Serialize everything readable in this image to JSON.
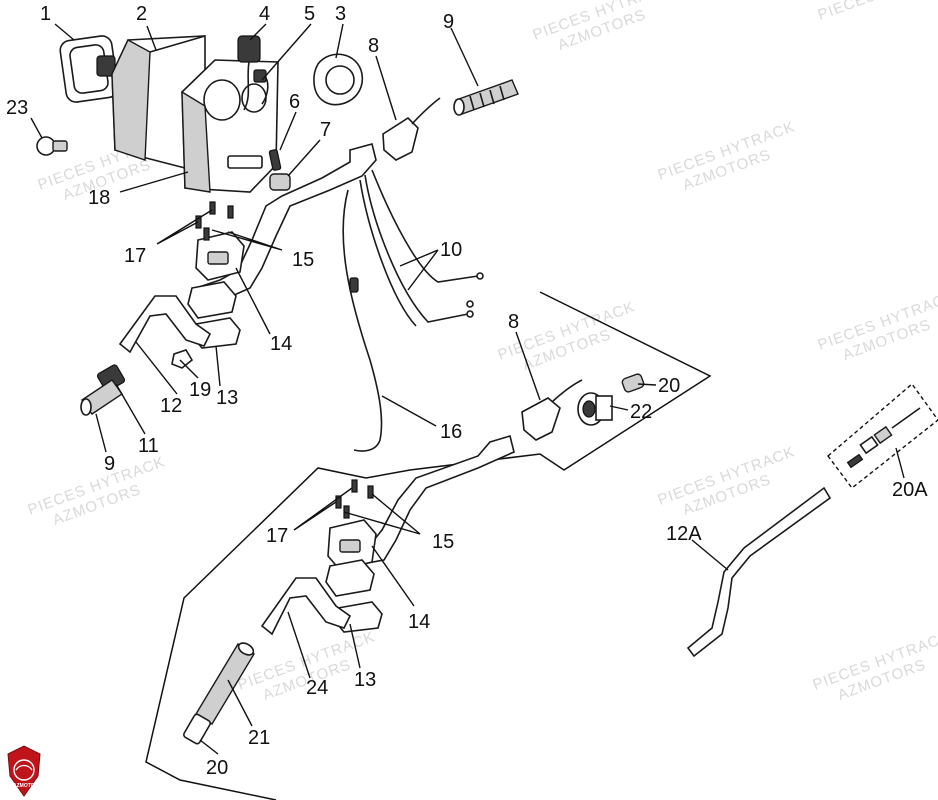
{
  "callouts": [
    {
      "id": "c1",
      "text": "1"
    },
    {
      "id": "c2",
      "text": "2"
    },
    {
      "id": "c3",
      "text": "3"
    },
    {
      "id": "c4",
      "text": "4"
    },
    {
      "id": "c5",
      "text": "5"
    },
    {
      "id": "c6",
      "text": "6"
    },
    {
      "id": "c7",
      "text": "7"
    },
    {
      "id": "c8a",
      "text": "8"
    },
    {
      "id": "c9a",
      "text": "9"
    },
    {
      "id": "c23",
      "text": "23"
    },
    {
      "id": "c18",
      "text": "18"
    },
    {
      "id": "c17a",
      "text": "17"
    },
    {
      "id": "c15a",
      "text": "15"
    },
    {
      "id": "c10",
      "text": "10"
    },
    {
      "id": "c14a",
      "text": "14"
    },
    {
      "id": "c8b",
      "text": "8"
    },
    {
      "id": "c12",
      "text": "12"
    },
    {
      "id": "c19",
      "text": "19"
    },
    {
      "id": "c13a",
      "text": "13"
    },
    {
      "id": "c20a",
      "text": "20"
    },
    {
      "id": "c22",
      "text": "22"
    },
    {
      "id": "c9b",
      "text": "9"
    },
    {
      "id": "c11",
      "text": "11"
    },
    {
      "id": "c16",
      "text": "16"
    },
    {
      "id": "c20A",
      "text": "20A"
    },
    {
      "id": "c12A",
      "text": "12A"
    },
    {
      "id": "c17b",
      "text": "17"
    },
    {
      "id": "c15b",
      "text": "15"
    },
    {
      "id": "c14b",
      "text": "14"
    },
    {
      "id": "c24",
      "text": "24"
    },
    {
      "id": "c13b",
      "text": "13"
    },
    {
      "id": "c21",
      "text": "21"
    },
    {
      "id": "c20b",
      "text": "20"
    }
  ],
  "watermark": {
    "line1": "PIECES HYTRACK",
    "line2": "AZMOTORS"
  },
  "logo": {
    "text": "AZMOTORS",
    "color": "#c0141b"
  }
}
